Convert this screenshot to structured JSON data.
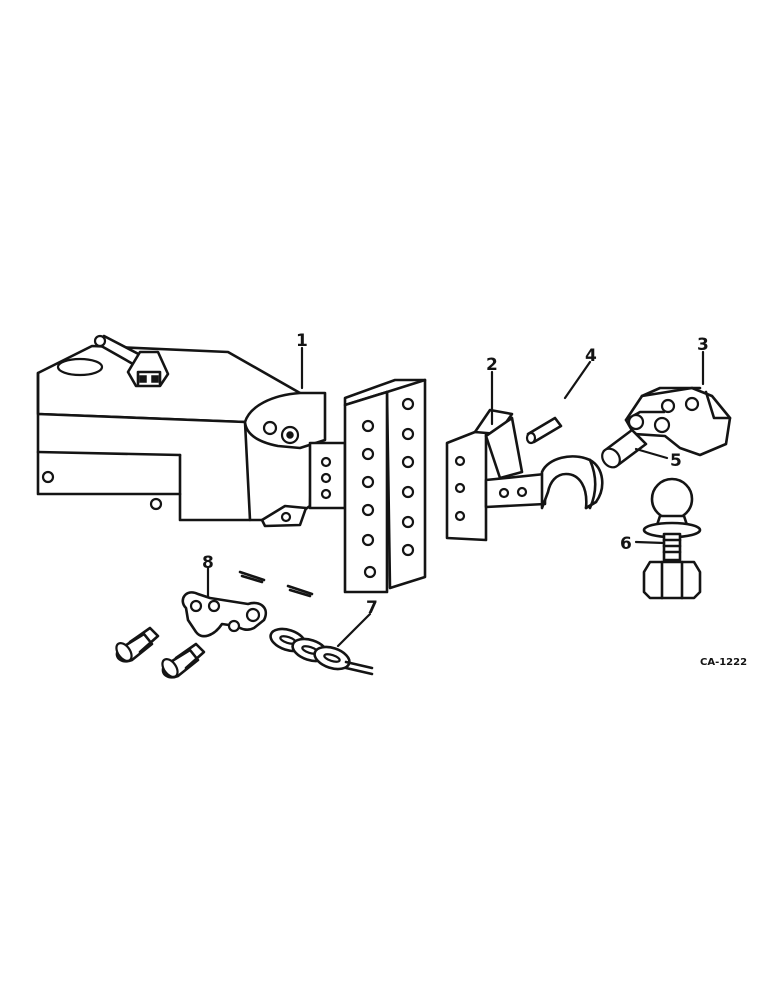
{
  "callouts": [
    "1",
    "2",
    "3",
    "4",
    "5",
    "6",
    "7",
    "8"
  ],
  "drawing_code": "CA-1222"
}
